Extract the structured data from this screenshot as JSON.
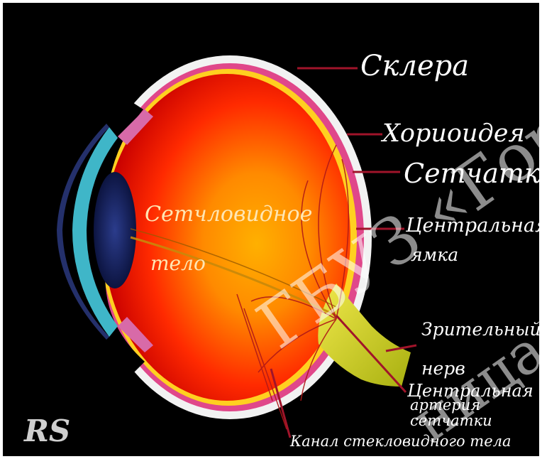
{
  "diagram": {
    "labels": {
      "sclera": "Склера",
      "choroid": "Хориоидея",
      "retina": "Сетчатка",
      "fovea_line1": "Центральная",
      "fovea_line2": "ямка",
      "nerve_line1": "Зрительный",
      "nerve_line2": "нерв",
      "artery_line1": "Центральная",
      "artery_line2": "артерия",
      "artery_line3": "сетчатки",
      "canal": "Канал стекловидного тела",
      "vitreous_line1": "Сетчловидное",
      "vitreous_line2": "тело"
    },
    "logo": "RS",
    "watermark": {
      "line1": "ГБУЗ «Гор",
      "line2": "ница"
    },
    "colors": {
      "background": "#000000",
      "sclera": "#f2f2f2",
      "choroid": "#e0478a",
      "retina": "#ffd020",
      "vitreous_center": "#ff9a00",
      "vitreous_edge": "#e80000",
      "leader_line": "#a0142a",
      "optic_nerve": "#e6e020",
      "cornea": "#3fb6c8",
      "lens": "#1c2a6e"
    }
  }
}
